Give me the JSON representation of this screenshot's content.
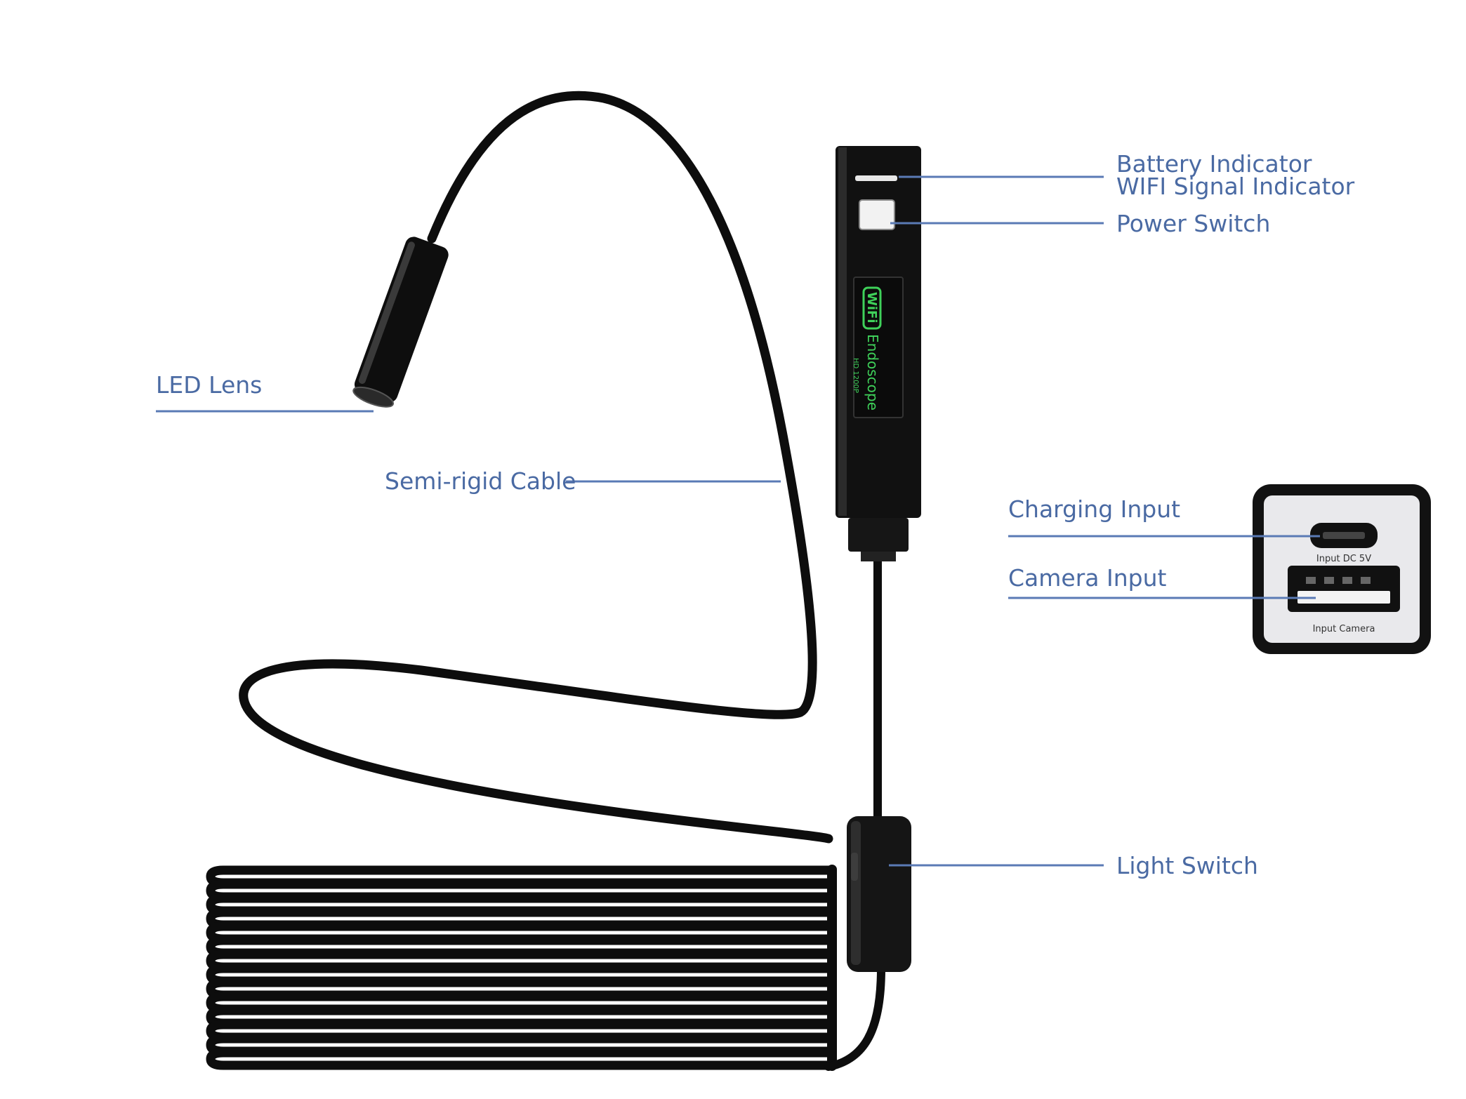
{
  "colors": {
    "label_text": "#4a6aa3",
    "leader_line": "#5a7ab5",
    "device_body": "#111111",
    "brand_green": "#3fd15a",
    "port_panel_bg": "#e9e9ec"
  },
  "labels": {
    "led_lens": "LED Lens",
    "semi_rigid_cable": "Semi-rigid Cable",
    "battery_indicator": "Battery Indicator",
    "wifi_signal_indicator": "WIFI Signal Indicator",
    "power_switch": "Power Switch",
    "charging_input": "Charging Input",
    "camera_input": "Camera Input",
    "light_switch": "Light Switch"
  },
  "device": {
    "logo": "WiFi",
    "name": "Endoscope",
    "model": "HD 1200P"
  },
  "port_panel": {
    "dc_label": "Input DC 5V",
    "camera_label": "Input Camera"
  }
}
